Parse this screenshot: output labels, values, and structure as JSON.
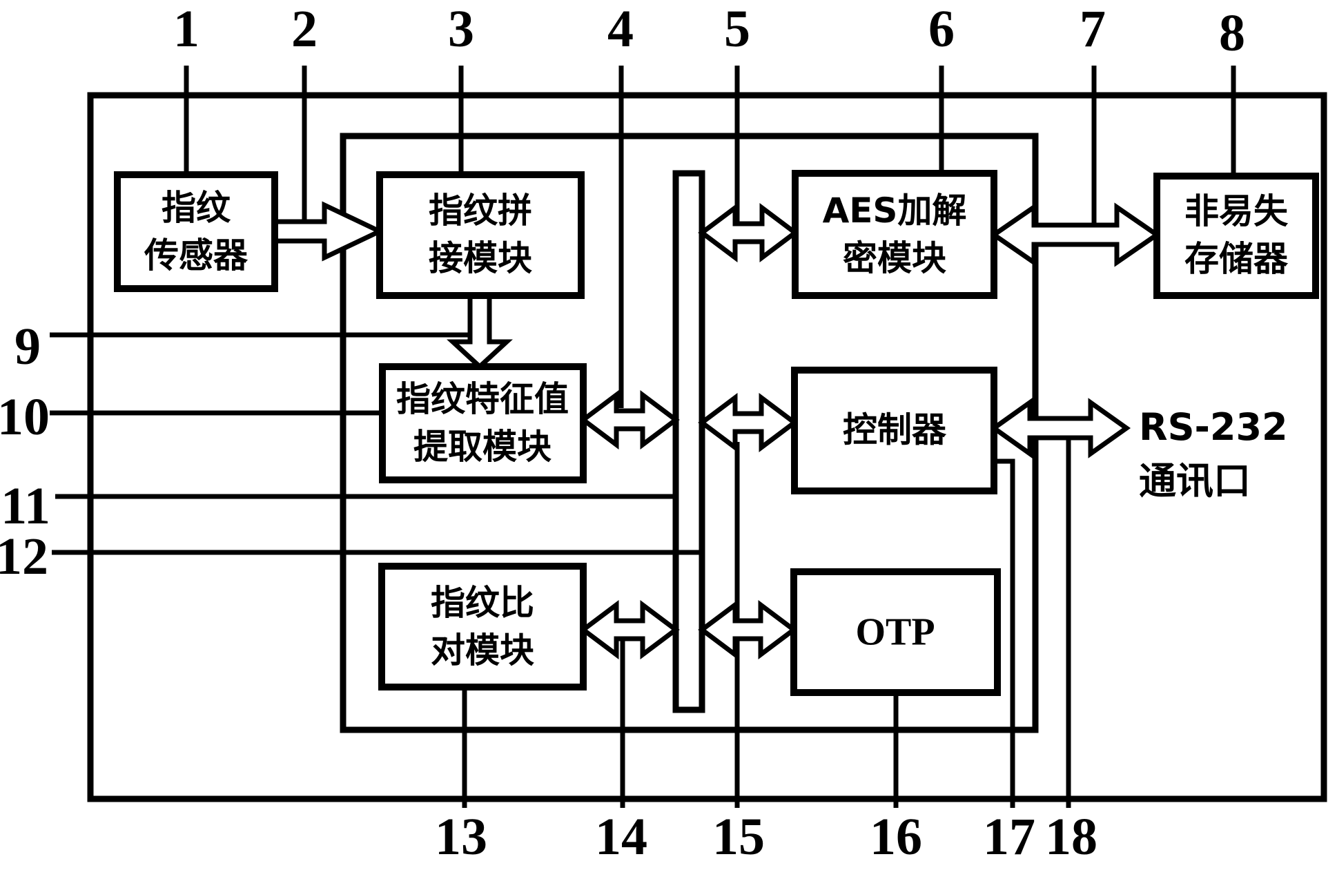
{
  "figure": {
    "type": "patent-block-diagram",
    "description_visible_text_only": true
  },
  "ref_labels": {
    "n1": "1",
    "n2": "2",
    "n3": "3",
    "n4": "4",
    "n5": "5",
    "n6": "6",
    "n7": "7",
    "n8": "8",
    "n9": "9",
    "n10": "10",
    "n11": "11",
    "n12": "12",
    "n13": "13",
    "n14": "14",
    "n15": "15",
    "n16": "16",
    "n17": "17",
    "n18": "18"
  },
  "boxes": {
    "fingerprint_sensor": {
      "line1": "指纹",
      "line2": "传感器"
    },
    "fingerprint_stitching": {
      "line1": "指纹拼",
      "line2": "接模块"
    },
    "aes_crypto": {
      "line1": "AES加解",
      "line2": "密模块"
    },
    "nonvolatile_memory": {
      "line1": "非易失",
      "line2": "存储器"
    },
    "fingerprint_feature_extraction": {
      "line1": "指纹特征值",
      "line2": "提取模块"
    },
    "controller": {
      "label": "控制器"
    },
    "fingerprint_matching": {
      "line1": "指纹比",
      "line2": "对模块"
    },
    "otp": {
      "label": "OTP"
    },
    "rs232_port": {
      "line1": "RS-232",
      "line2": "通讯口"
    }
  },
  "colors": {
    "line": "#000000",
    "background": "#ffffff"
  }
}
